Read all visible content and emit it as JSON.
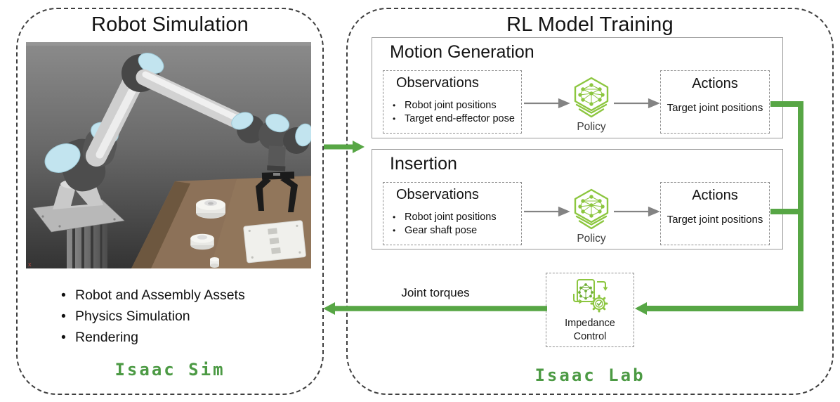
{
  "colors": {
    "accent_green": "#57A645",
    "brand_text_green": "#4C9A44",
    "icon_green": "#8CC63F",
    "panel_dash_border": "#3F3F3F",
    "module_border": "#999999",
    "inner_dash_border": "#8F8F8F",
    "gray_arrow": "#838383"
  },
  "left_panel": {
    "title": "Robot Simulation",
    "image": {
      "description": "3D render of a UR robot arm with gripper above a brown table holding white gear assembly parts",
      "axis_label": "x"
    },
    "bullets": [
      "Robot and Assembly Assets",
      "Physics Simulation",
      "Rendering"
    ],
    "footer": "Isaac Sim"
  },
  "right_panel": {
    "title": "RL Model Training",
    "modules": [
      {
        "title": "Motion Generation",
        "observations": {
          "title": "Observations",
          "bullets": [
            "Robot joint positions",
            "Target end-effector pose"
          ]
        },
        "policy": {
          "label": "Policy",
          "icon": "neural-network-hexagon-icon"
        },
        "actions": {
          "title": "Actions",
          "text": "Target joint positions"
        }
      },
      {
        "title": "Insertion",
        "observations": {
          "title": "Observations",
          "bullets": [
            "Robot joint positions",
            "Gear shaft pose"
          ]
        },
        "policy": {
          "label": "Policy",
          "icon": "neural-network-hexagon-icon"
        },
        "actions": {
          "title": "Actions",
          "text": "Target joint positions"
        }
      }
    ],
    "impedance": {
      "label": "Impedance\nControl",
      "icon": "model-with-gear-check-icon"
    },
    "joint_torques_label": "Joint torques",
    "footer": "Isaac Lab"
  }
}
